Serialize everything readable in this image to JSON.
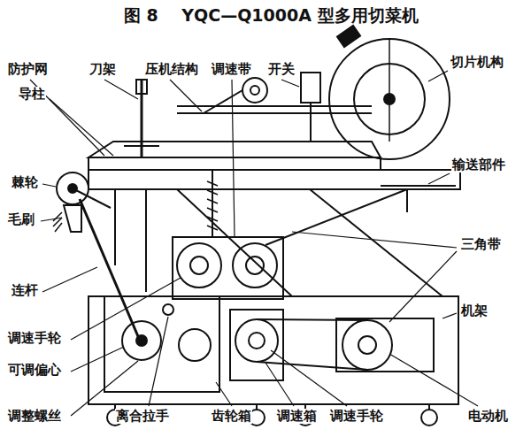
{
  "diagram": {
    "title": "图 8    YQC—Q1000A 型多用切菜机",
    "labels": [
      "防护网",
      "刀架",
      "压机结构",
      "调速带",
      "开关",
      "切片机构",
      "导柱",
      "输送部件",
      "棘轮",
      "毛刷",
      "三角带",
      "连杆",
      "机架",
      "调速手轮",
      "可调偏心",
      "调整螺丝",
      "离合拉手",
      "齿轮箱",
      "调速箱",
      "调速手轮",
      "电动机"
    ]
  }
}
